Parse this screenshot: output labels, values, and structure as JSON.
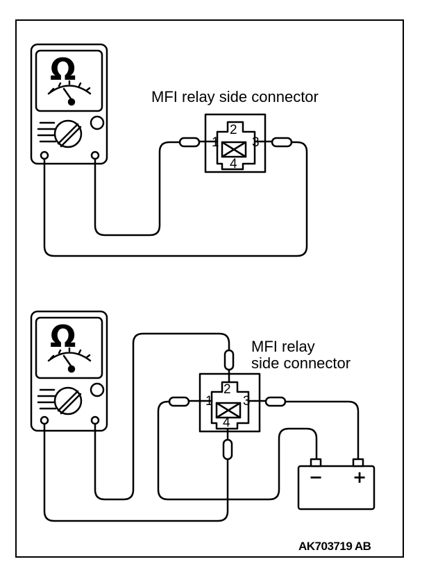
{
  "diagram": {
    "connector_label_top": "MFI relay side connector",
    "connector_label_bottom_line1": "MFI relay",
    "connector_label_bottom_line2": "side connector",
    "figure_code": "AK703719 AB",
    "meter_symbol": "Ω",
    "pins": {
      "p1": "1",
      "p2": "2",
      "p3": "3",
      "p4": "4"
    },
    "battery": {
      "negative": "−",
      "positive": "+"
    }
  }
}
